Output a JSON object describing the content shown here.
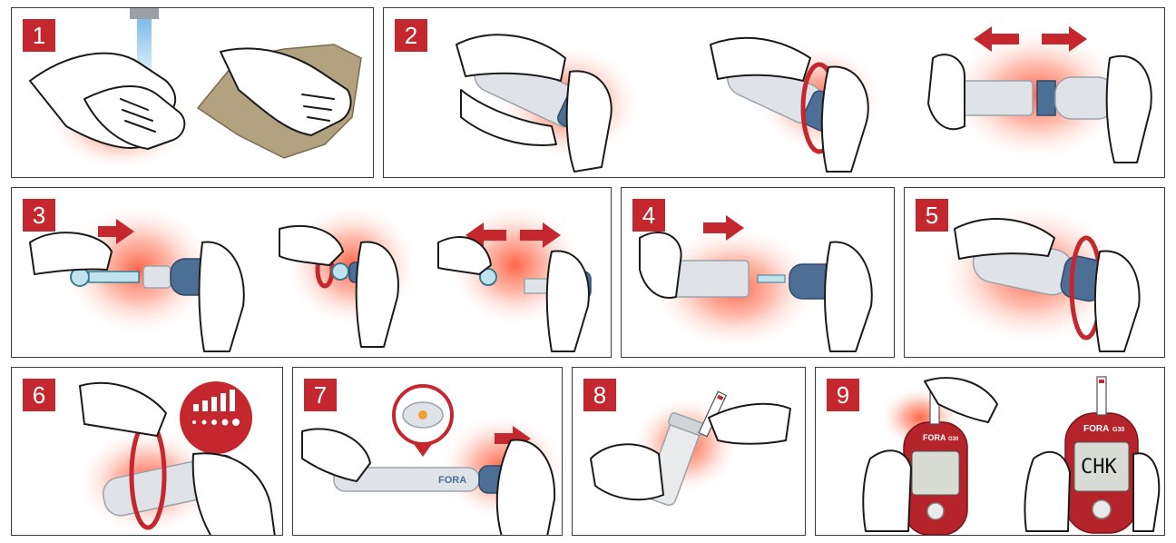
{
  "steps": [
    {
      "number": "1"
    },
    {
      "number": "2"
    },
    {
      "number": "3"
    },
    {
      "number": "4"
    },
    {
      "number": "5"
    },
    {
      "number": "6"
    },
    {
      "number": "7"
    },
    {
      "number": "8"
    },
    {
      "number": "9"
    }
  ],
  "device": {
    "brand": "FORA",
    "meter_brand": "FORA",
    "meter_model": "G30",
    "display_text": "CHK"
  },
  "colors": {
    "accent_red": "#c4282e",
    "glow": "#ff5a3a",
    "device_blue": "#4d6e95",
    "device_gray": "#dfe3e8",
    "paper_towel": "#b3a27f",
    "water": "#6fb6e8"
  }
}
